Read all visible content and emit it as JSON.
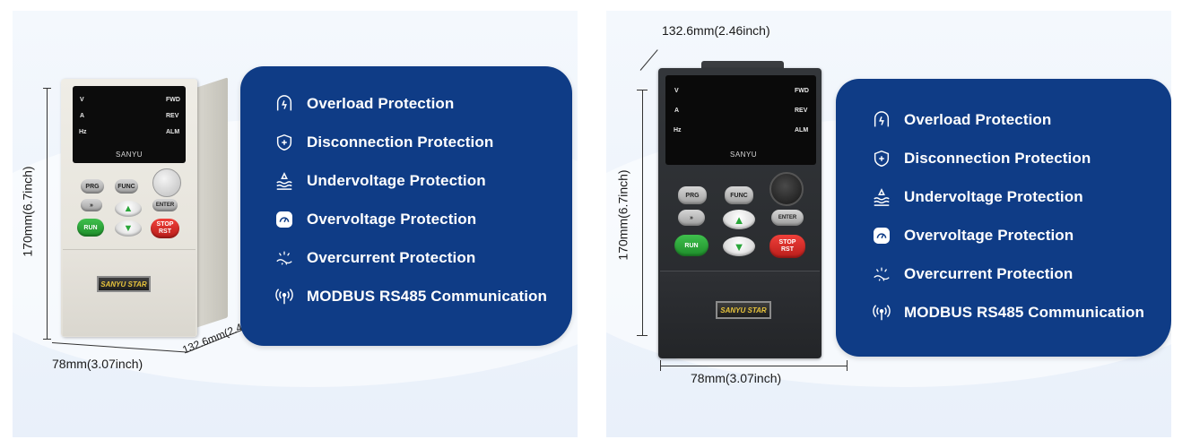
{
  "brand": "SANYU",
  "nameplate": "SANYU STAR",
  "display_indicators": {
    "left": [
      "V",
      "A",
      "Hz"
    ],
    "right": [
      "FWD",
      "REV",
      "ALM"
    ]
  },
  "keypad": {
    "prg": "PRG",
    "func": "FUNC",
    "shift": "»",
    "enter": "ENTER",
    "run": "RUN",
    "stop_line1": "STOP",
    "stop_line2": "RST"
  },
  "dimensions": {
    "height": "170mm(6.7inch)",
    "width": "78mm(3.07inch)",
    "depth": "132.6mm(2.46inch)"
  },
  "features": [
    {
      "icon": "overload-icon",
      "label": "Overload Protection"
    },
    {
      "icon": "disconnection-shield-icon",
      "label": "Disconnection Protection"
    },
    {
      "icon": "undervoltage-icon",
      "label": "Undervoltage Protection"
    },
    {
      "icon": "overvoltage-gauge-icon",
      "label": "Overvoltage Protection"
    },
    {
      "icon": "overcurrent-icon",
      "label": "Overcurrent Protection"
    },
    {
      "icon": "signal-antenna-icon",
      "label": "MODBUS RS485 Communication"
    }
  ],
  "colors": {
    "card": "#0f3c86",
    "run": "#2aa63a",
    "stop": "#d92b26",
    "device_left_body": "#e8e6df",
    "device_right_body": "#2c2e31"
  }
}
